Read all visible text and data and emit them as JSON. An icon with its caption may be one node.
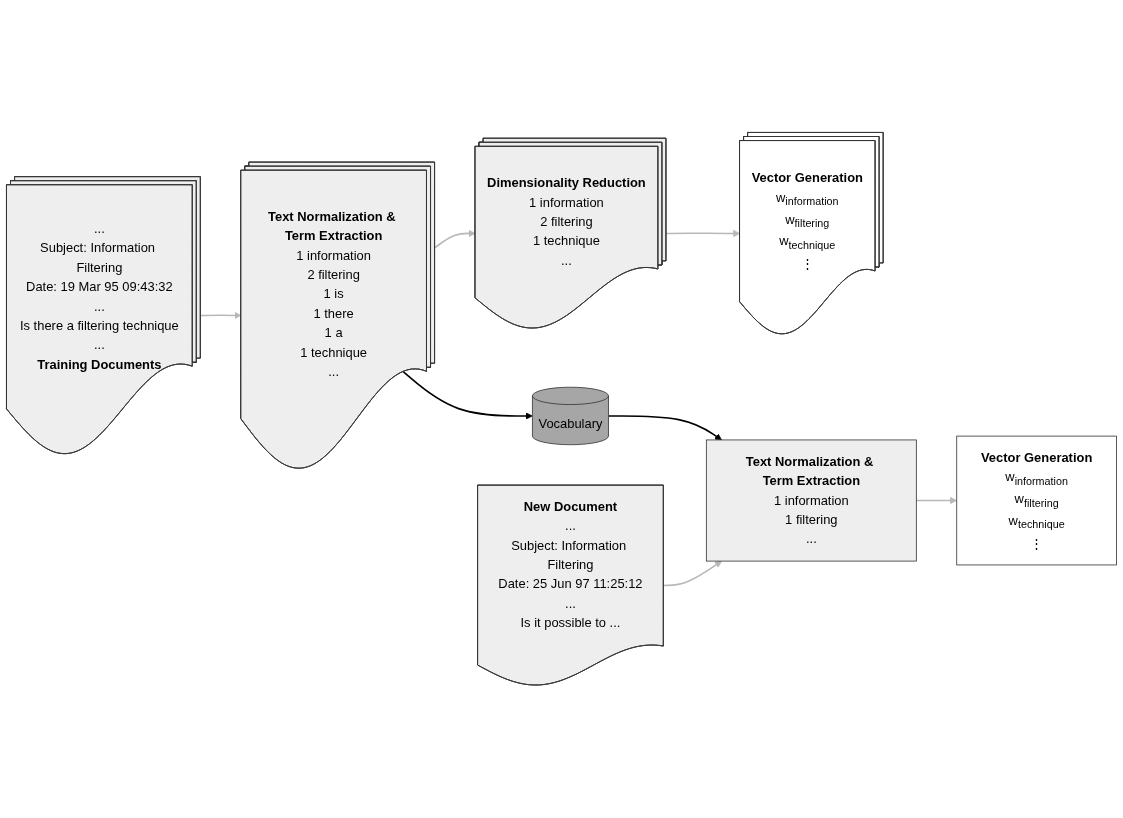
{
  "diagram": {
    "nodes": [
      {
        "text": [
          "...",
          "Subject: Information Filtering",
          "Date: 19 Mar 95 09:43:32",
          "...",
          "Is there a filtering technique",
          "...",
          "Training Documents"
        ]
      },
      {
        "text": [
          "Text Normalization & Term Extraction",
          "1 information",
          "2 filtering",
          "1 is",
          "1 there",
          "1 a",
          "1 technique",
          "..."
        ]
      },
      {
        "text": [
          "Dimensionality Reduction",
          "1 information",
          "2 filtering",
          "1 technique",
          "..."
        ]
      },
      {
        "text": [
          "Vector Generation",
          "w$_{information}$",
          "w$_{filtering}$",
          "w$_{technique}$",
          "⋮"
        ]
      },
      {
        "text": [
          "Vocabulary"
        ]
      },
      {
        "text": [
          "New Document",
          "...",
          "Subject: Information Filtering",
          "Date: 25 Jun 97 11:25:12",
          "...",
          "Is it possible to ..."
        ]
      },
      {
        "text": [
          "Text Normalization & Term Extraction",
          "1 information",
          "1 filtering",
          "..."
        ]
      },
      {
        "text": [
          "Vector Generation",
          "w$_{information}$",
          "w$_{filtering}$",
          "w$_{technique}$",
          "⋮"
        ]
      }
    ],
    "edges": [
      {
        "from": 0,
        "to": 1,
        "arrow": "to"
      },
      {
        "from": 1,
        "to": 2,
        "arrow": "to"
      },
      {
        "from": 2,
        "to": 3,
        "arrow": "to"
      },
      {
        "from": 1,
        "to": 4,
        "arrow": "to",
        "color": "#000000"
      },
      {
        "from": 4,
        "to": 6,
        "arrow": "to",
        "color": "#000000"
      },
      {
        "from": 5,
        "to": 6,
        "arrow": "to"
      },
      {
        "from": 6,
        "to": 7,
        "arrow": "to"
      }
    ]
  }
}
